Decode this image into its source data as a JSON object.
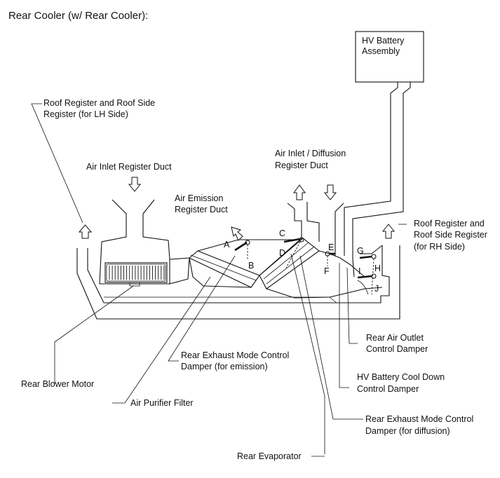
{
  "title": "Rear Cooler (w/ Rear Cooler):",
  "labels": {
    "hv_battery_1": "HV Battery",
    "hv_battery_2": "Assembly",
    "roof_lh_1": "Roof Register and Roof Side",
    "roof_lh_2": "Register (for LH Side)",
    "air_inlet_duct": "Air Inlet Register Duct",
    "air_emission_1": "Air Emission",
    "air_emission_2": "Register Duct",
    "air_inlet_diffusion_1": "Air Inlet / Diffusion",
    "air_inlet_diffusion_2": "Register Duct",
    "roof_rh_1": "Roof Register and",
    "roof_rh_2": "Roof Side Register",
    "roof_rh_3": "(for RH Side)",
    "rear_air_outlet_1": "Rear Air Outlet",
    "rear_air_outlet_2": "Control Damper",
    "exhaust_emission_1": "Rear Exhaust Mode Control",
    "exhaust_emission_2": "Damper (for emission)",
    "rear_blower_motor": "Rear Blower Motor",
    "hv_cool_down_1": "HV Battery Cool Down",
    "hv_cool_down_2": "Control Damper",
    "air_purifier_filter": "Air Purifier Filter",
    "exhaust_diffusion_1": "Rear Exhaust Mode Control",
    "exhaust_diffusion_2": "Damper (for diffusion)",
    "rear_evaporator": "Rear Evaporator"
  },
  "letters": {
    "a": "A",
    "b": "B",
    "c": "C",
    "d": "D",
    "e": "E",
    "f": "F",
    "g": "G",
    "h": "H",
    "i": "I",
    "j": "J"
  }
}
